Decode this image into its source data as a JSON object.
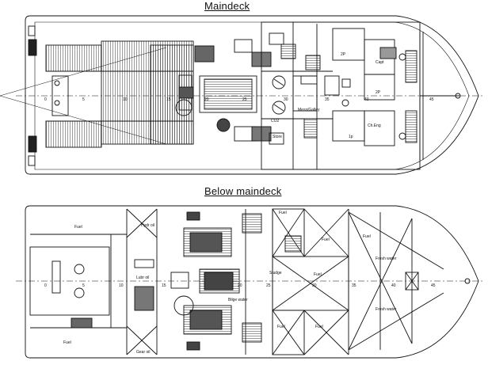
{
  "titles": {
    "main": "Maindeck",
    "below": "Below maindeck"
  },
  "main_frames": [
    "0",
    "5",
    "10",
    "15",
    "20",
    "25",
    "30",
    "35",
    "40",
    "45"
  ],
  "below_frames": [
    "0",
    "5",
    "10",
    "15",
    "20",
    "25",
    "30",
    "35",
    "40",
    "45"
  ],
  "main_rooms": {
    "mess_galley": "Mess/Galley",
    "co2": "CO2",
    "store": "Store",
    "cabin_2p_a": "2P",
    "cabin_2p_b": "2P",
    "capt": "Capt",
    "ch_eng": "Ch.Eng",
    "cabin_1p": "1p"
  },
  "below_tanks": {
    "fuel_1": "Fuel",
    "fuel_2": "Fuel",
    "fuel_3": "Fuel",
    "fuel_4": "Fuel",
    "fuel_5": "Fuel",
    "fuel_6": "Fuel",
    "fuel_7": "Fuel",
    "fuel_8": "Fuel",
    "hydr_oil": "Hydr oil",
    "lubr_oil": "Lubr oil",
    "fresh_water_1": "Fresh water",
    "fresh_water_2": "Fresh water",
    "sludge": "Sludge",
    "bilge_water": "Bilge water",
    "gear_oil": "Gear oil"
  }
}
